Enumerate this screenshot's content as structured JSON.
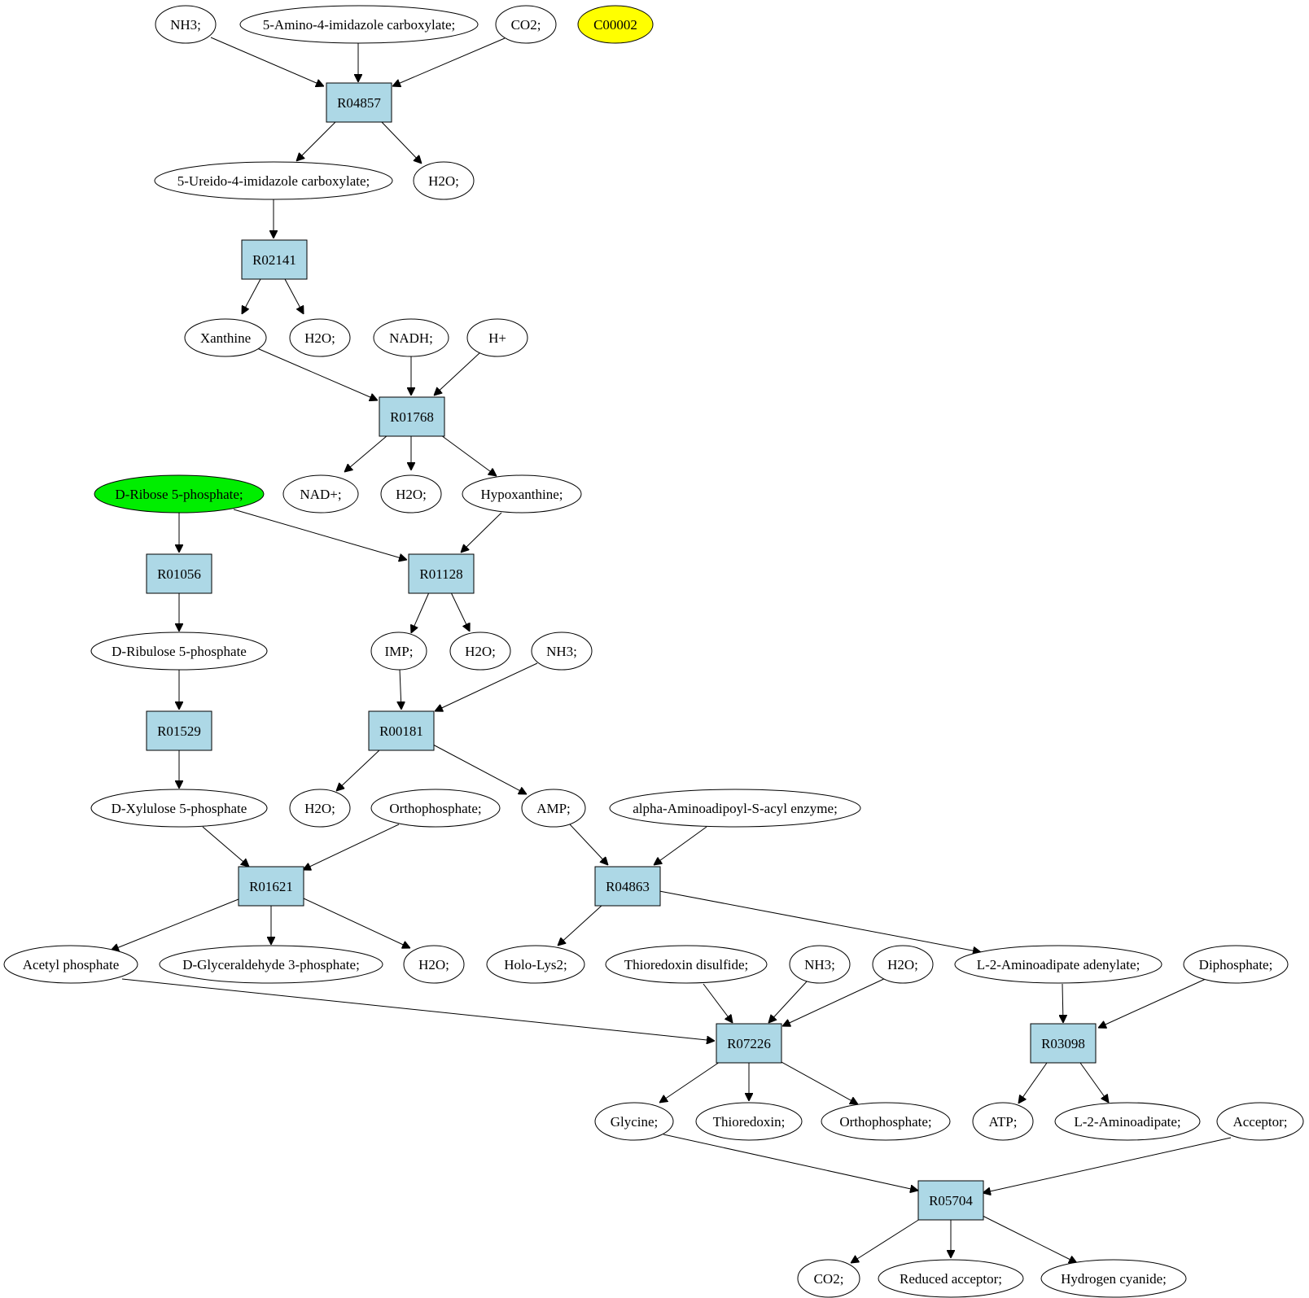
{
  "graph": {
    "reactions": {
      "R04857": "R04857",
      "R02141": "R02141",
      "R01768": "R01768",
      "R01056": "R01056",
      "R01128": "R01128",
      "R01529": "R01529",
      "R00181": "R00181",
      "R01621": "R01621",
      "R04863": "R04863",
      "R07226": "R07226",
      "R03098": "R03098",
      "R05704": "R05704"
    },
    "compounds": {
      "nh3_top": "NH3;",
      "aica": "5-Amino-4-imidazole carboxylate;",
      "co2_top": "CO2;",
      "c00002": "C00002",
      "ureido": "5-Ureido-4-imidazole carboxylate;",
      "h2o_1": "H2O;",
      "xanthine": "Xanthine",
      "h2o_2": "H2O;",
      "nadh": "NADH;",
      "hplus": "H+",
      "ribose5p": "D-Ribose 5-phosphate;",
      "nadplus": "NAD+;",
      "h2o_3": "H2O;",
      "hypoxanthine": "Hypoxanthine;",
      "ribulose5p": "D-Ribulose 5-phosphate",
      "imp": "IMP;",
      "h2o_4": "H2O;",
      "nh3_mid": "NH3;",
      "xylulose5p": "D-Xylulose 5-phosphate",
      "h2o_5": "H2O;",
      "orthophosphate_1": "Orthophosphate;",
      "amp": "AMP;",
      "alpha_aminoadipoyl": "alpha-Aminoadipoyl-S-acyl enzyme;",
      "acetyl_phosphate": "Acetyl phosphate",
      "g3p": "D-Glyceraldehyde 3-phosphate;",
      "h2o_6": "H2O;",
      "holo_lys2": "Holo-Lys2;",
      "thioredoxin_disulfide": "Thioredoxin disulfide;",
      "nh3_low": "NH3;",
      "h2o_7": "H2O;",
      "l2_aminoadipate_adenylate": "L-2-Aminoadipate adenylate;",
      "diphosphate": "Diphosphate;",
      "glycine": "Glycine;",
      "thioredoxin": "Thioredoxin;",
      "orthophosphate_2": "Orthophosphate;",
      "atp": "ATP;",
      "l2_aminoadipate": "L-2-Aminoadipate;",
      "acceptor": "Acceptor;",
      "co2_bottom": "CO2;",
      "reduced_acceptor": "Reduced acceptor;",
      "hydrogen_cyanide": "Hydrogen cyanide;"
    },
    "colors": {
      "reaction_fill": "#add8e6",
      "highlight_green": "#00ee00",
      "highlight_yellow": "#ffff00"
    }
  }
}
